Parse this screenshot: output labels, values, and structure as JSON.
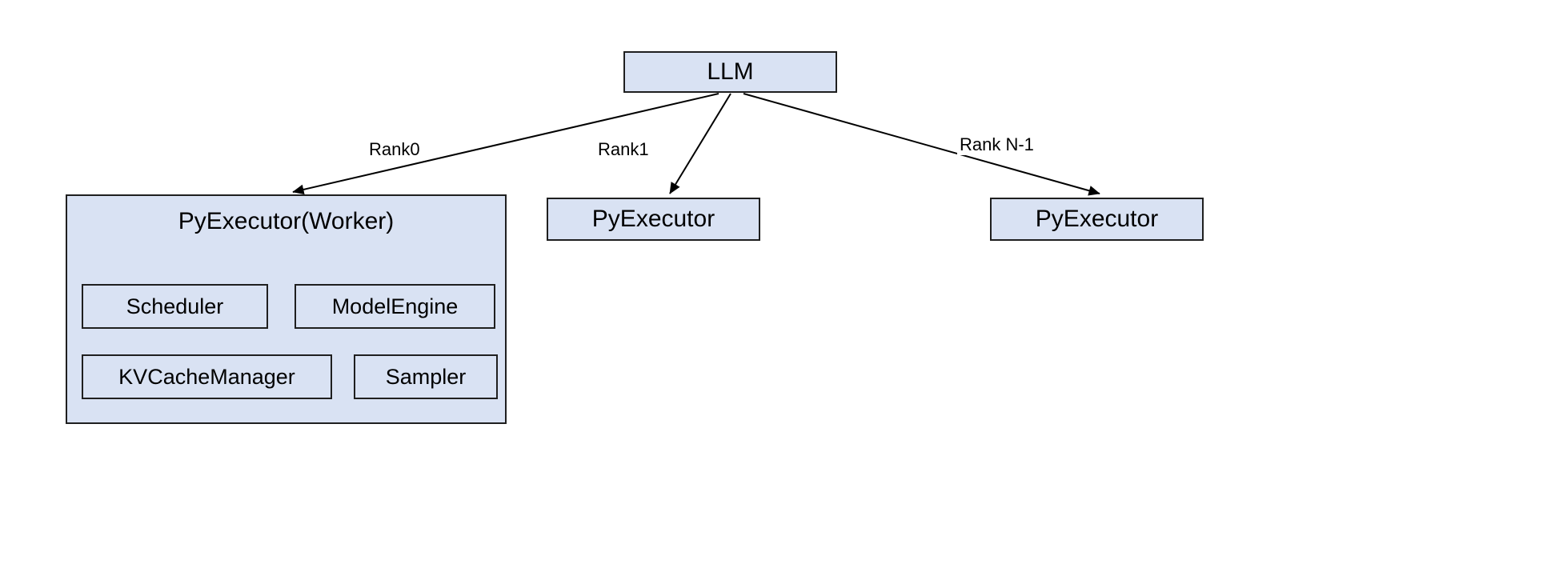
{
  "diagram": {
    "root": {
      "label": "LLM"
    },
    "edges": [
      {
        "label": "Rank0"
      },
      {
        "label": "Rank1"
      },
      {
        "label": "Rank N-1"
      }
    ],
    "worker0": {
      "title": "PyExecutor(Worker)",
      "components": [
        {
          "label": "Scheduler"
        },
        {
          "label": "ModelEngine"
        },
        {
          "label": "KVCacheManager"
        },
        {
          "label": "Sampler"
        }
      ]
    },
    "worker1": {
      "label": "PyExecutor"
    },
    "workerN": {
      "label": "PyExecutor"
    },
    "colors": {
      "box_fill": "#d9e2f3",
      "box_border": "#1f1f1f",
      "arrow": "#000000"
    }
  }
}
